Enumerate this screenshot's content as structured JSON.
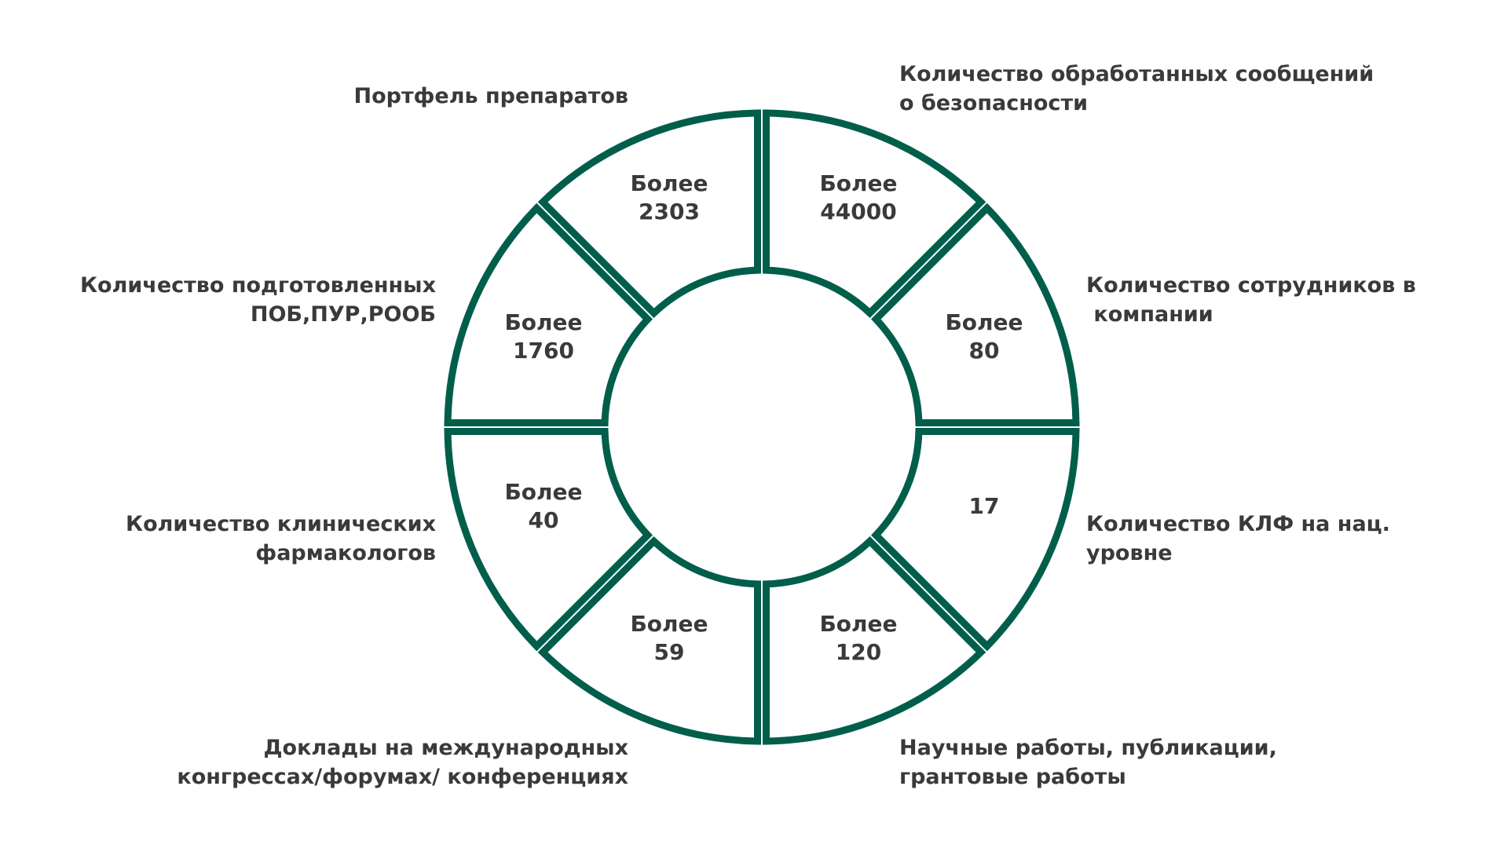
{
  "colors": {
    "ring": "#005e4b",
    "text": "#3a3a3a",
    "background": "#ffffff"
  },
  "segments": [
    {
      "id": "portfolio",
      "value_lines": [
        "Более",
        "2303"
      ],
      "label_lines": [
        "Портфель препаратов"
      ]
    },
    {
      "id": "safety-messages",
      "value_lines": [
        "Более",
        "44000"
      ],
      "label_lines": [
        "Количество обработанных сообщений",
        "о безопасности"
      ]
    },
    {
      "id": "employees",
      "value_lines": [
        "Более",
        "80"
      ],
      "label_lines": [
        "Количество сотрудников в",
        " компании"
      ]
    },
    {
      "id": "klf-national",
      "value_lines": [
        "17"
      ],
      "label_lines": [
        "Количество КЛФ на нац.",
        "уровне"
      ]
    },
    {
      "id": "scientific-works",
      "value_lines": [
        "Более",
        "120"
      ],
      "label_lines": [
        "Научные работы, публикации,",
        "грантовые работы"
      ]
    },
    {
      "id": "international-reports",
      "value_lines": [
        "Более",
        "59"
      ],
      "label_lines": [
        "Доклады на международных",
        "конгрессах/форумах/ конференциях"
      ]
    },
    {
      "id": "clinical-pharmacologists",
      "value_lines": [
        "Более",
        "40"
      ],
      "label_lines": [
        "Количество клинических",
        "фармакологов"
      ]
    },
    {
      "id": "prepared-reports",
      "value_lines": [
        "Более",
        "1760"
      ],
      "label_lines": [
        "Количество подготовленных",
        "ПОБ,ПУР,РООБ"
      ]
    }
  ]
}
